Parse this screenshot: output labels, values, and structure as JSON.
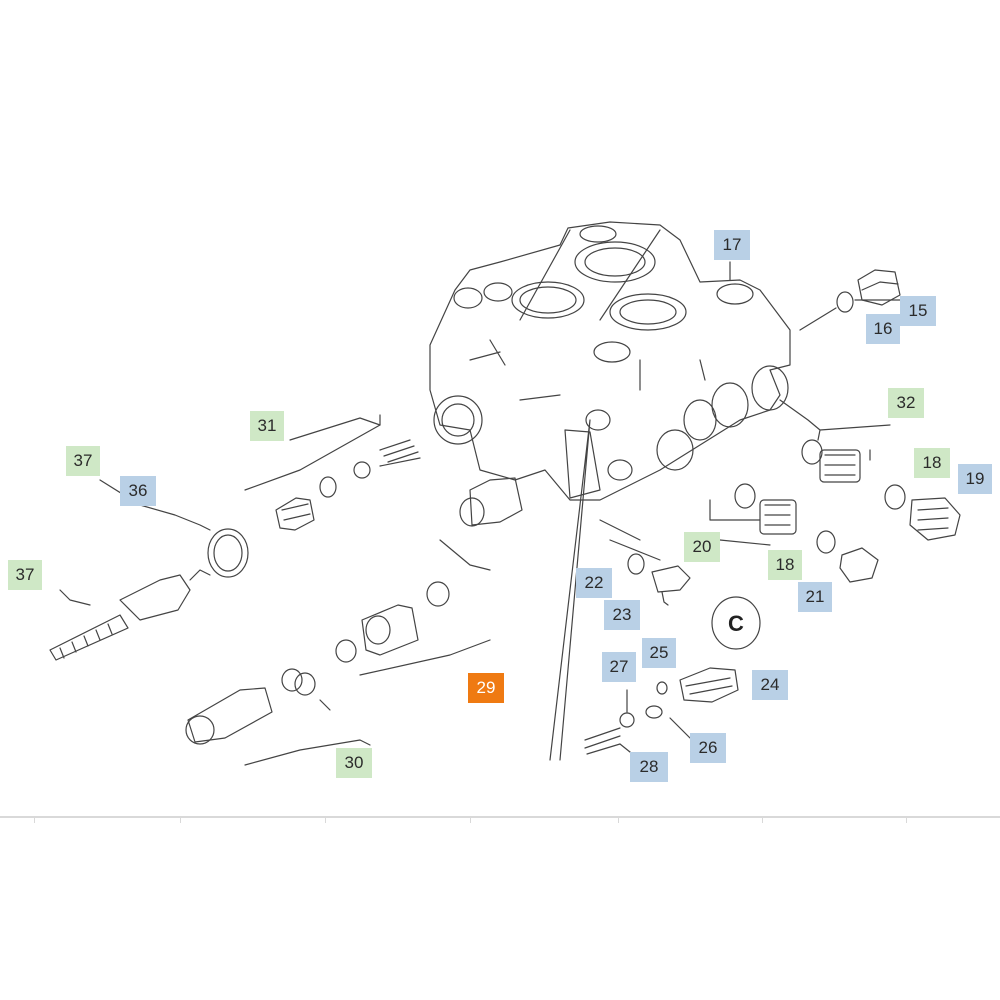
{
  "labels": {
    "p15": "15",
    "p16": "16",
    "p17": "17",
    "p18a": "18",
    "p18b": "18",
    "p19": "19",
    "p20": "20",
    "p21": "21",
    "p22": "22",
    "p23": "23",
    "p24": "24",
    "p25": "25",
    "p26": "26",
    "p27": "27",
    "p28": "28",
    "p29": "29",
    "p30": "30",
    "p31": "31",
    "p32": "32",
    "p36": "36",
    "p37a": "37",
    "p37b": "37"
  },
  "stamp": {
    "letter": "C"
  },
  "colors": {
    "blue": "#b9d0e6",
    "green": "#cfe8c6",
    "orange": "#ef7a12",
    "line": "#444444"
  }
}
